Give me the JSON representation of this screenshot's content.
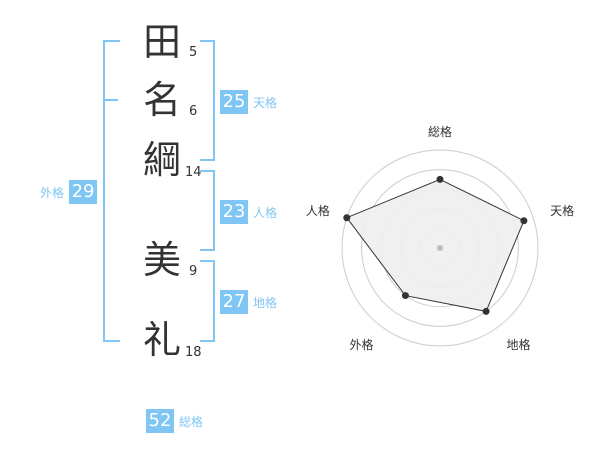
{
  "name": {
    "characters": [
      {
        "char": "田",
        "strokes": "5"
      },
      {
        "char": "名",
        "strokes": "6"
      },
      {
        "char": "綱",
        "strokes": "14"
      },
      {
        "char": "美",
        "strokes": "9"
      },
      {
        "char": "礼",
        "strokes": "18"
      }
    ]
  },
  "scores": {
    "tenkaku": {
      "value": "25",
      "label": "天格"
    },
    "jinkaku": {
      "value": "23",
      "label": "人格"
    },
    "chikaku": {
      "value": "27",
      "label": "地格"
    },
    "gaikaku": {
      "value": "29",
      "label": "外格"
    },
    "soukaku": {
      "value": "52",
      "label": "総格"
    }
  },
  "colors": {
    "accent": "#7fc6f4",
    "text": "#333333",
    "radar_fill": "#eeeeee",
    "radar_grid": "#cccccc"
  },
  "chart_data": {
    "type": "radar",
    "axes": [
      "総格",
      "天格",
      "地格",
      "外格",
      "人格"
    ],
    "values": [
      3.5,
      4.5,
      4.0,
      3.0,
      5.0
    ],
    "max": 5
  }
}
